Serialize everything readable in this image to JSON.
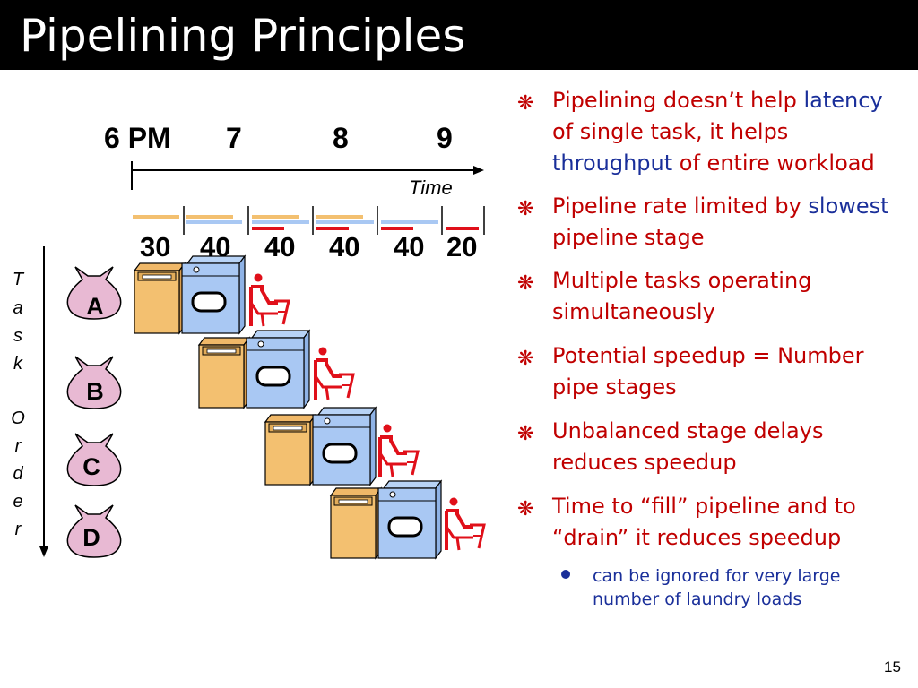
{
  "slide": {
    "title": "Pipelining Principles",
    "page_number": "15"
  },
  "timeline": {
    "clock_labels": [
      "6 PM",
      "7",
      "8",
      "9"
    ],
    "time_label": "Time",
    "stage_durations": [
      "30",
      "40",
      "40",
      "40",
      "40",
      "20"
    ]
  },
  "task_order_letters": [
    "T",
    "a",
    "s",
    "k",
    "O",
    "r",
    "d",
    "e",
    "r"
  ],
  "tasks": [
    "A",
    "B",
    "C",
    "D"
  ],
  "bullets": [
    {
      "before": "Pipelining doesn’t help ",
      "highlight": "latency",
      "after": " of single task, it helps ",
      "highlight2": "throughput",
      "after2": " of entire workload"
    },
    {
      "before": "Pipeline rate limited by ",
      "highlight": "slowest",
      "after": " pipeline stage"
    },
    {
      "text": "Multiple tasks operating simultaneously"
    },
    {
      "text": "Potential speedup = Number pipe stages"
    },
    {
      "text": "Unbalanced stage delays reduces speedup"
    },
    {
      "text": "Time to “fill” pipeline and to “drain” it reduces speedup"
    }
  ],
  "sub_bullet": "can be ignored for very large number of laundry loads",
  "colors": {
    "title_bg": "#000000",
    "bullet_text": "#c00000",
    "highlight_text": "#1a2f9a",
    "washer": "#f3c070",
    "dryer": "#a9c8f3",
    "folder": "#e0101a",
    "bag": "#e8b9d3"
  },
  "icons": [
    "star-bullet-icon",
    "washer-icon",
    "dryer-icon",
    "folding-person-icon",
    "laundry-bag-icon"
  ]
}
